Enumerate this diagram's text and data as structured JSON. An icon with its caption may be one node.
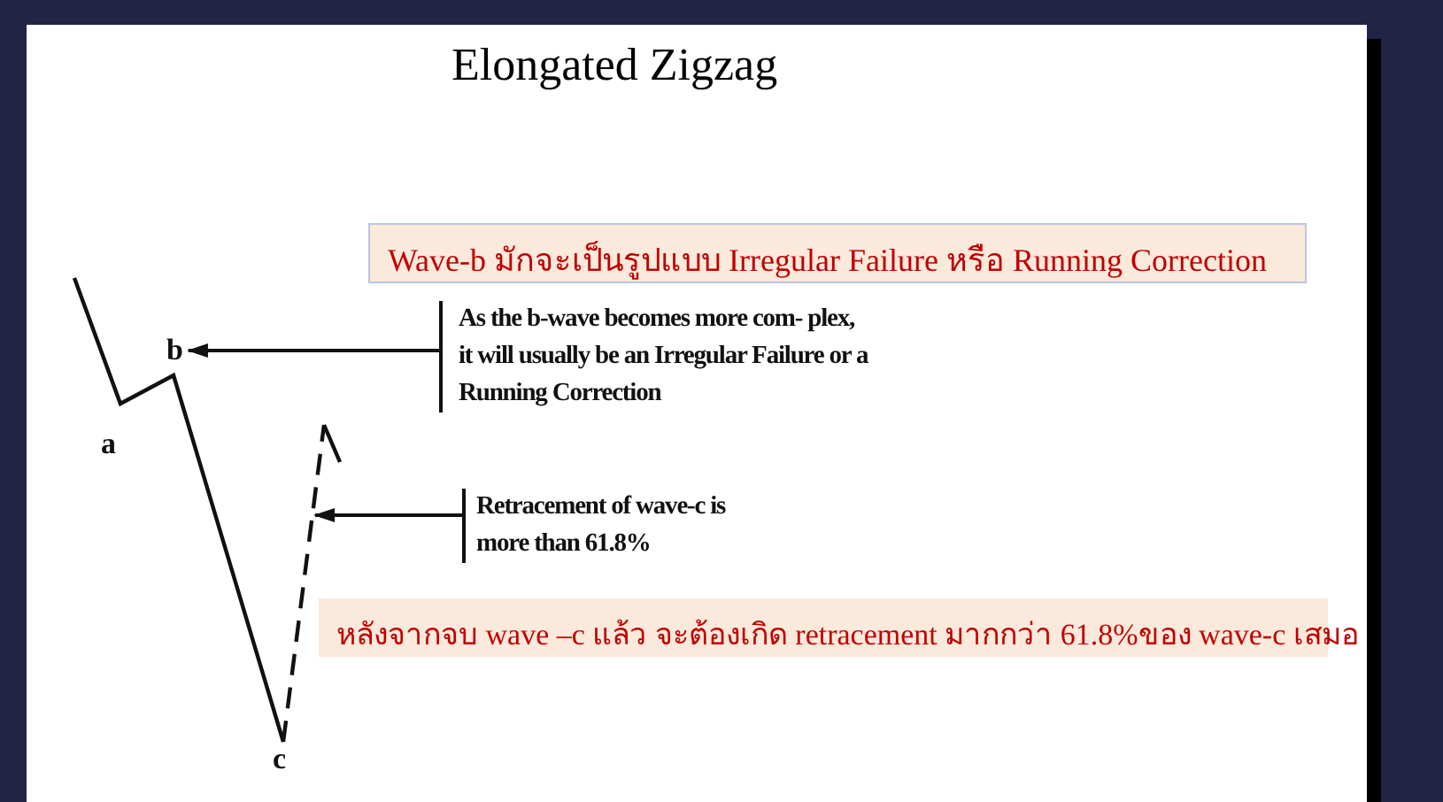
{
  "diagram": {
    "title": "Elongated Zigzag",
    "nodes": [
      {
        "text": [
          "Wave-b มักจะเป็นรูปแบบ Irregular Failure  หรือ Running Correction"
        ]
      },
      {
        "text": [
          "As the b-wave becomes more com- plex, it will usually be an Irregular Failure or a Running Correction"
        ]
      },
      {
        "text": [
          "b"
        ]
      },
      {
        "text": [
          "Retracement of wave-c is more than 61.8%"
        ]
      },
      {
        "text": [
          "หลังจากจบ wave –c แล้ว จะต้องเกิด retracement  มากกว่า 61.8%ของ wave-c เสมอ"
        ]
      }
    ],
    "edges": [
      {
        "from": 1,
        "to": 2,
        "arrow": "to"
      },
      {
        "from": 3,
        "to": null,
        "arrow": "to"
      }
    ],
    "labels": [
      "a",
      "c"
    ]
  }
}
